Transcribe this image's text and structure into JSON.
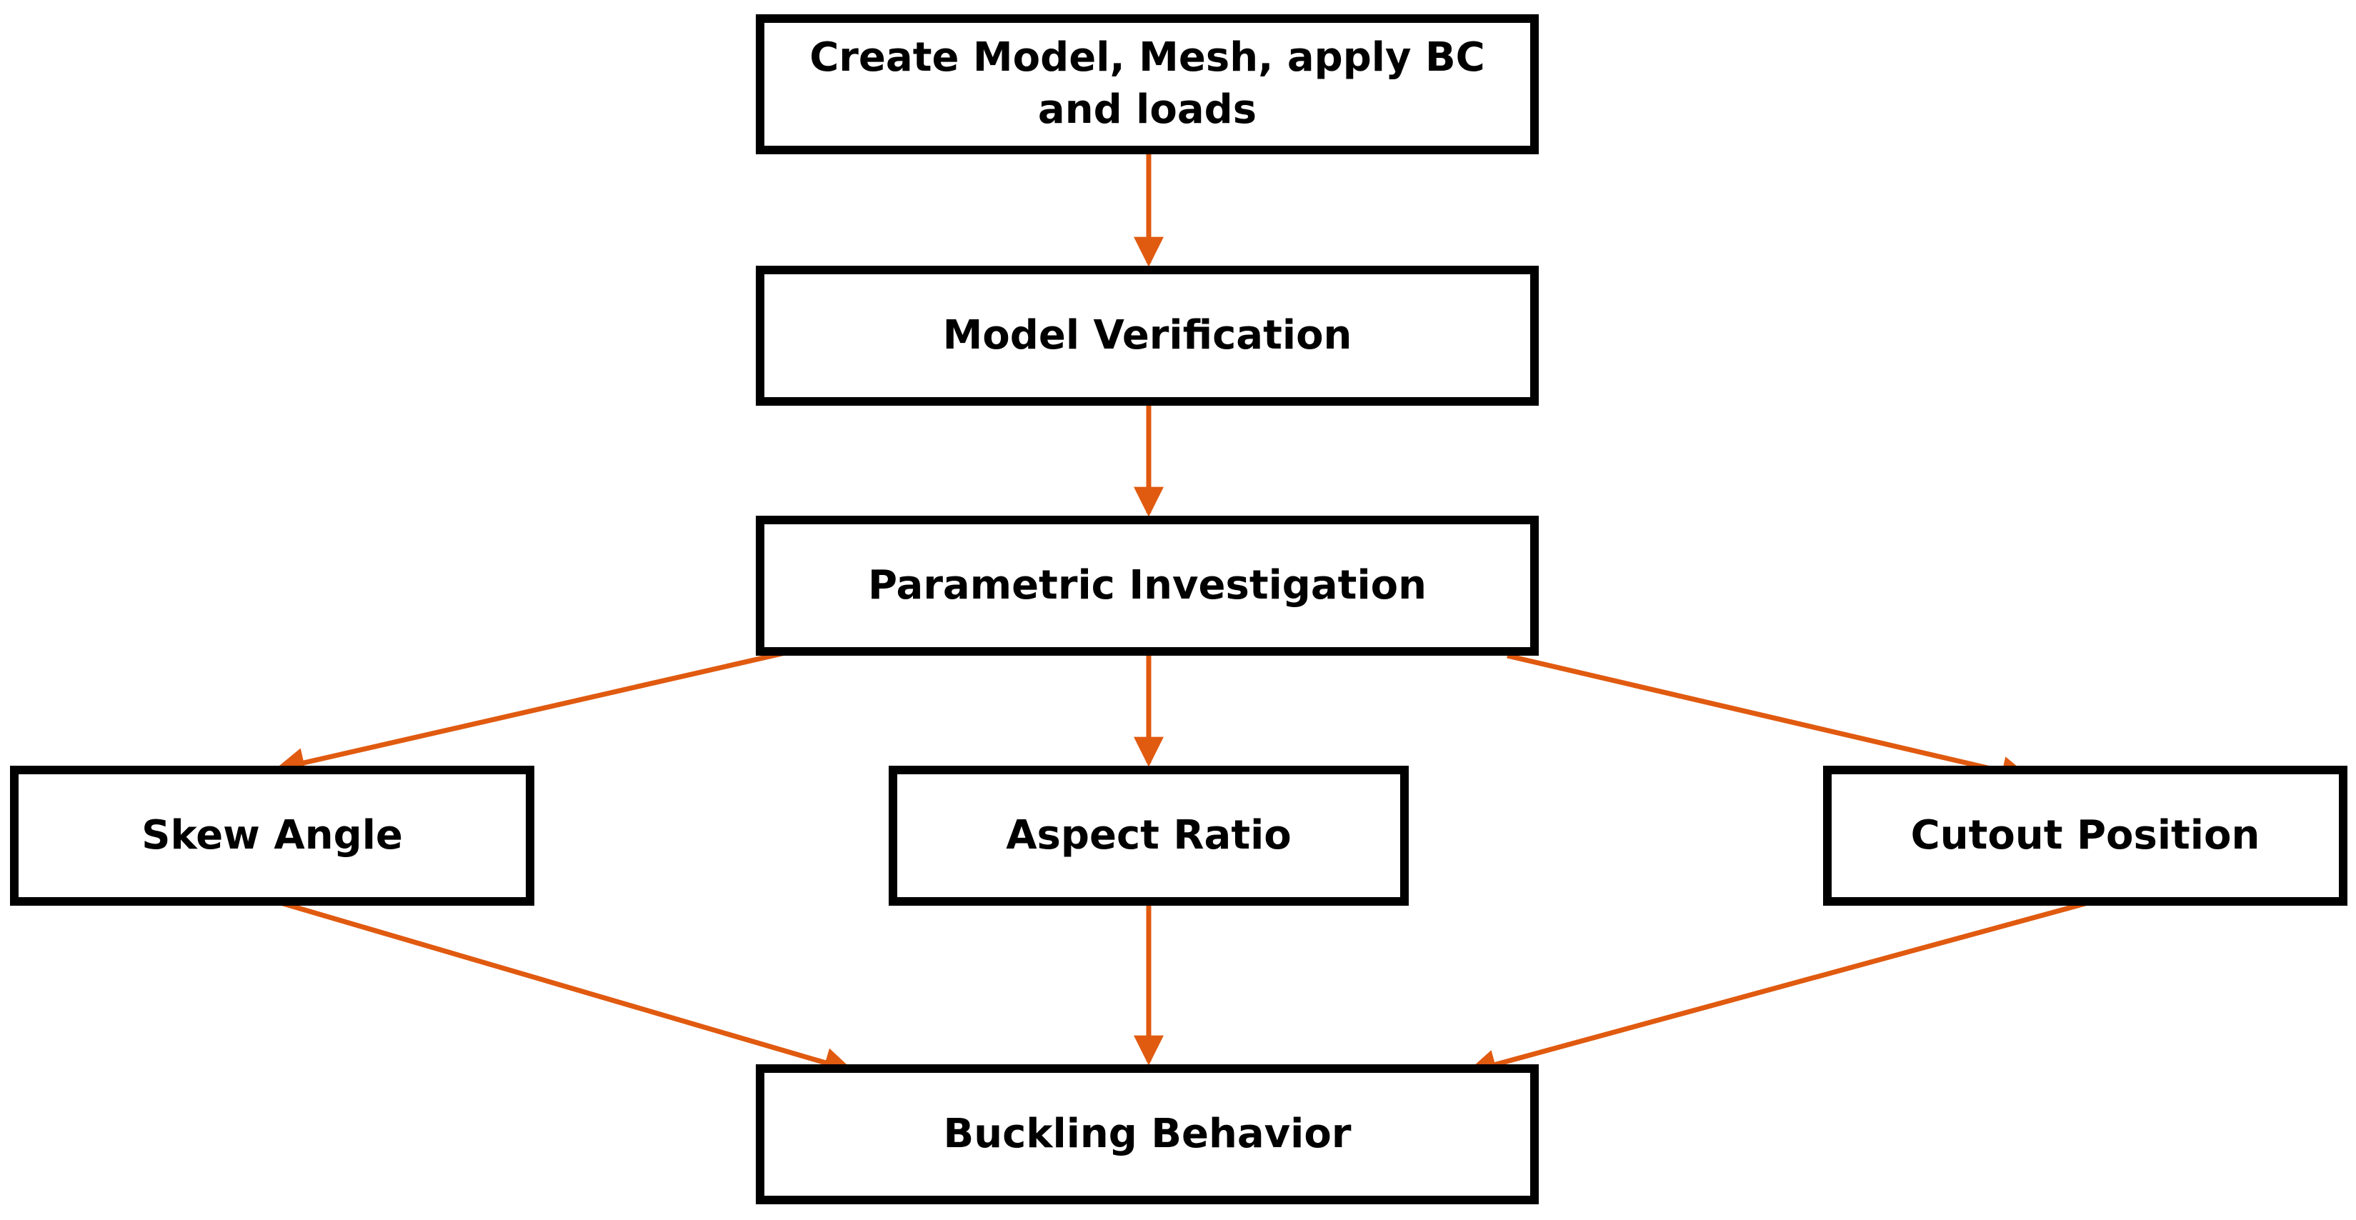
{
  "colors": {
    "arrow": "#E05A10",
    "box_border": "#000000",
    "background": "#ffffff",
    "text": "#000000"
  },
  "nodes": {
    "create": {
      "label": "Create Model, Mesh, apply BC\nand loads"
    },
    "verify": {
      "label": "Model Verification"
    },
    "param": {
      "label": "Parametric Investigation"
    },
    "skew": {
      "label": "Skew Angle"
    },
    "aspect": {
      "label": "Aspect Ratio"
    },
    "cutout": {
      "label": "Cutout Position"
    },
    "buckle": {
      "label": "Buckling Behavior"
    }
  },
  "edges": [
    {
      "from": "create",
      "to": "verify"
    },
    {
      "from": "verify",
      "to": "param"
    },
    {
      "from": "param",
      "to": "skew"
    },
    {
      "from": "param",
      "to": "aspect"
    },
    {
      "from": "param",
      "to": "cutout"
    },
    {
      "from": "skew",
      "to": "buckle"
    },
    {
      "from": "aspect",
      "to": "buckle"
    },
    {
      "from": "cutout",
      "to": "buckle"
    }
  ]
}
